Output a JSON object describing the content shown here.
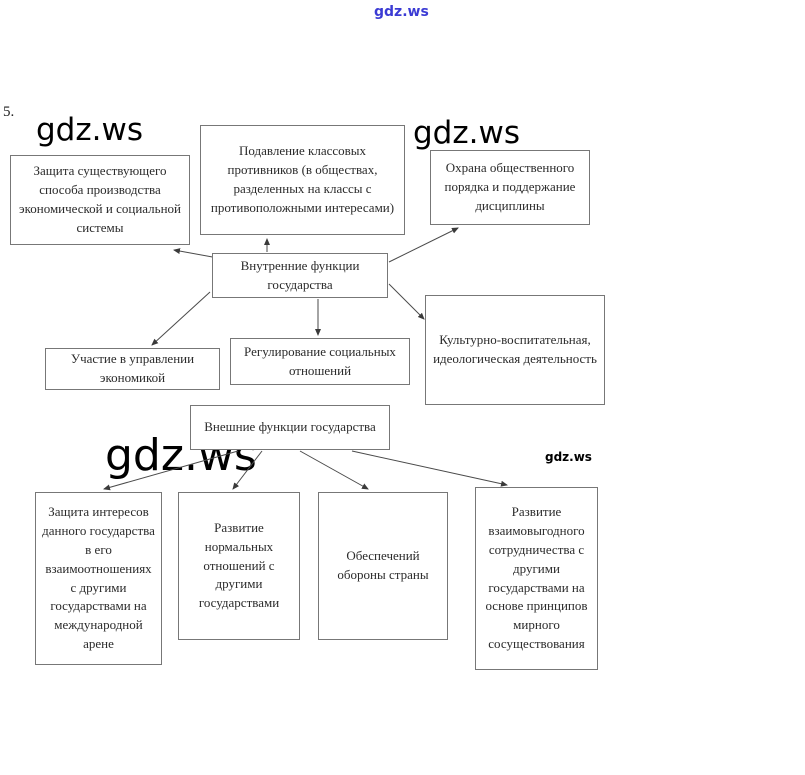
{
  "page": {
    "number_label": "5.",
    "watermark": "gdz.ws"
  },
  "hubs": {
    "internal": {
      "text": "Внутренние функции государства"
    },
    "external": {
      "text": "Внешние функции государства"
    }
  },
  "internal_functions": [
    {
      "text": "Защита существующего способа производства экономической и социальной системы"
    },
    {
      "text": "Подавление классовых противников (в обществах, разделенных на классы с противоположными интересами)"
    },
    {
      "text": "Охрана общественного порядка и поддержание дисциплины"
    },
    {
      "text": "Участие в управлении экономикой"
    },
    {
      "text": "Регулирование социальных отношений"
    },
    {
      "text": "Культурно-воспитательная, идеологическая деятельность"
    }
  ],
  "external_functions": [
    {
      "text": "Защита интересов данного государства в его взаимоотношениях с другими государствами на международной арене"
    },
    {
      "text": "Развитие нормальных отношений с другими государствами"
    },
    {
      "text": "Обеспечений обороны страны"
    },
    {
      "text": "Развитие взаимовыгодного сотрудничества с другими государствами на основе принципов мирного сосуществования"
    }
  ]
}
